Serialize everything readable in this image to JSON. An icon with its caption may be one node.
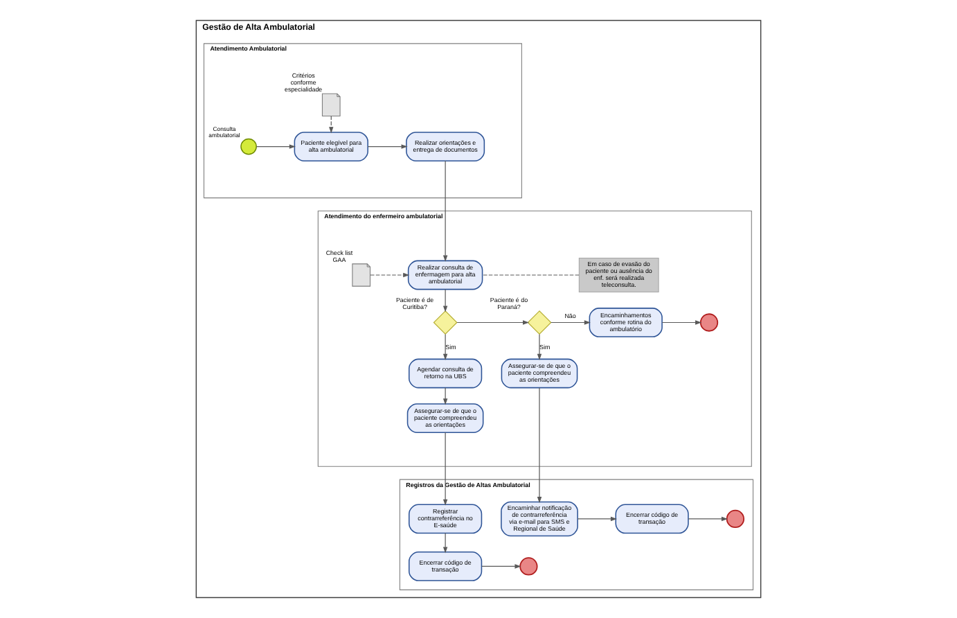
{
  "diagram": {
    "nodes": [
      {
        "text": [
          "Gestão de Alta Ambulatorial"
        ]
      },
      {
        "text": [
          "Atendimento Ambulatorial"
        ],
        "in": 0
      },
      {
        "text": [],
        "shape": "circle",
        "beside": [
          "Consulta ambulatorial"
        ],
        "in": 1
      },
      {
        "text": [
          "Critérios conforme especialidade"
        ],
        "in": 1
      },
      {
        "text": [
          "Paciente elegível para alta ambulatorial"
        ],
        "in": 1
      },
      {
        "text": [
          "Realizar orientações e entrega de documentos"
        ],
        "in": 1
      },
      {
        "text": [
          "Atendimento do enfermeiro ambulatorial"
        ],
        "in": 0
      },
      {
        "text": [
          "Em caso de evasão do paciente ou ausência do enf. será realizada teleconsulta."
        ],
        "in": 6
      },
      {
        "text": [
          "Realizar consulta de enfermagem para alta ambulatorial"
        ],
        "in": 6
      },
      {
        "text": [
          "Check list GAA"
        ],
        "in": 6
      },
      {
        "text": [
          "Paciente é de Curitiba?"
        ],
        "in": 6
      },
      {
        "text": [
          "Paciente é do Paraná?"
        ],
        "in": 6
      },
      {
        "text": [
          "Encaminhamentos conforme rotina do ambulatório"
        ],
        "in": 6
      },
      {
        "text": [],
        "shape": "circle",
        "in": 6
      },
      {
        "text": [
          "Agendar consulta de retorno na UBS"
        ],
        "in": 6
      },
      {
        "text": [
          "Assegurar-se de que o paciente compreendeu as orientações"
        ],
        "in": 6
      },
      {
        "text": [
          "Assegurar-se de que o paciente compreendeu as orientações"
        ],
        "in": 6
      },
      {
        "text": [
          "Registros da Gestão de Altas Ambulatorial"
        ],
        "in": 0
      },
      {
        "text": [
          "Registrar contrarreferência no E-saúde"
        ],
        "in": 17
      },
      {
        "text": [
          "Encaminhar notificação de contrarreferência via e-mail para SMS e Regional de Saúde"
        ],
        "in": 17
      },
      {
        "text": [
          "Encerrar código de transação"
        ],
        "in": 17
      },
      {
        "text": [],
        "shape": "circle",
        "in": 17
      },
      {
        "text": [
          "Encerrar código de transação"
        ],
        "in": 17
      },
      {
        "text": [],
        "shape": "circle",
        "in": 17
      }
    ],
    "edges": [
      {
        "from": 2,
        "to": 4,
        "arrow": "to"
      },
      {
        "from": 3,
        "to": 4,
        "arrow": "to",
        "style": "dashed"
      },
      {
        "from": 4,
        "to": 5,
        "arrow": "to"
      },
      {
        "from": 5,
        "to": 8,
        "arrow": "to"
      },
      {
        "from": 7,
        "to": 8,
        "arrow": "none",
        "style": "dashed"
      },
      {
        "from": 9,
        "to": 8,
        "arrow": "to",
        "style": "dashed"
      },
      {
        "from": 8,
        "to": 10,
        "arrow": "to"
      },
      {
        "from": 10,
        "to": 14,
        "arrow": "to",
        "label": "Sim"
      },
      {
        "from": 10,
        "to": 11,
        "arrow": "to"
      },
      {
        "from": 11,
        "to": 12,
        "arrow": "to",
        "label": "Não"
      },
      {
        "from": 11,
        "to": 16,
        "arrow": "to",
        "label": "Sim"
      },
      {
        "from": 12,
        "to": 13,
        "arrow": "to"
      },
      {
        "from": 14,
        "to": 15,
        "arrow": "to"
      },
      {
        "from": 15,
        "to": 18,
        "arrow": "to"
      },
      {
        "from": 16,
        "to": 19,
        "arrow": "to"
      },
      {
        "from": 18,
        "to": 22,
        "arrow": "to"
      },
      {
        "from": 22,
        "to": 23,
        "arrow": "to"
      },
      {
        "from": 19,
        "to": 20,
        "arrow": "to"
      },
      {
        "from": 20,
        "to": 21,
        "arrow": "to"
      }
    ]
  }
}
